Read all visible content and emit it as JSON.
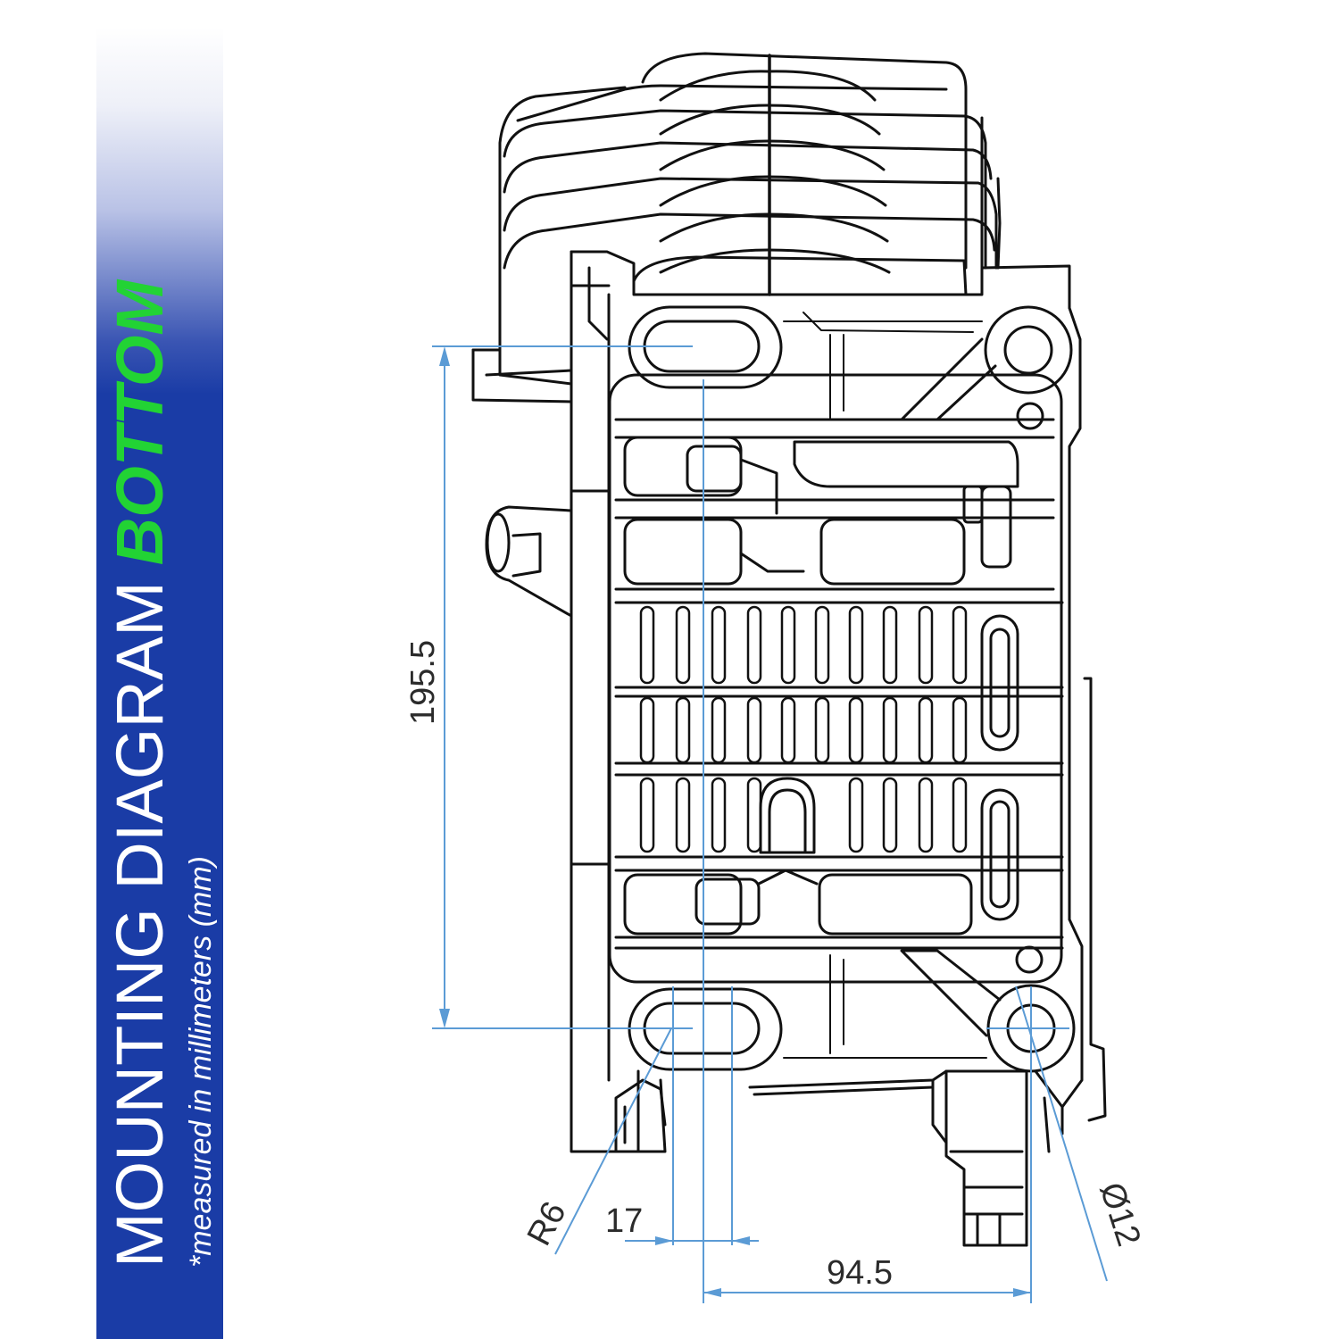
{
  "header": {
    "title_main": "MOUNTING DIAGRAM",
    "title_accent": "BOTTOM",
    "subtitle": "*measured in millimeters (mm)"
  },
  "colors": {
    "band": "#1a3ca6",
    "title": "#ffffff",
    "accent": "#22d334",
    "dimension": "#5b9bd5",
    "outline": "#111111"
  },
  "dimensions": {
    "hole_spacing_vertical": "195.5",
    "slot_width": "17",
    "radius": "R6",
    "hole_spacing_horizontal": "94.5",
    "hole_diameter": "Ø12"
  }
}
